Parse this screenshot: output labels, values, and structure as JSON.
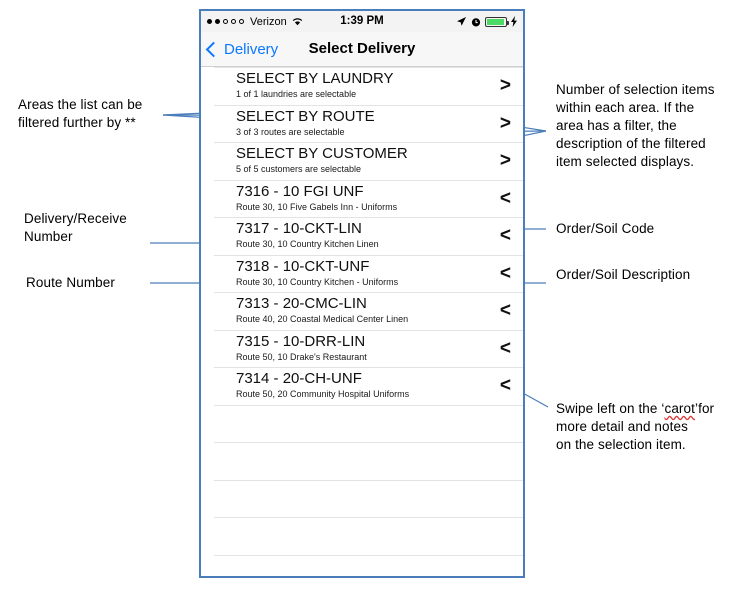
{
  "phone": {
    "status_bar": {
      "signal_dots_filled": 2,
      "signal_dots_empty": 3,
      "carrier": "Verizon",
      "wifi_icon": "wifi-icon",
      "time": "1:39 PM",
      "location_icon": "location-arrow-icon",
      "alarm_icon": "alarm-clock-icon",
      "battery_icon": "battery-icon",
      "charging_icon": "lightning-bolt-icon",
      "battery_color": "#4cd964"
    },
    "nav_bar": {
      "back_label": "Delivery",
      "back_icon": "chevron-left-icon",
      "title": "Select Delivery",
      "accent_color": "#0a78ff"
    },
    "list": {
      "filter_rows": [
        {
          "title": "SELECT BY LAUNDRY",
          "subtitle": "1 of 1 laundries are selectable",
          "chevron": ">"
        },
        {
          "title": "SELECT BY ROUTE",
          "subtitle": "3 of 3 routes are selectable",
          "chevron": ">"
        },
        {
          "title": "SELECT BY CUSTOMER",
          "subtitle": "5 of 5 customers are selectable",
          "chevron": ">"
        }
      ],
      "delivery_rows": [
        {
          "title": "7316 - 10 FGI UNF",
          "subtitle": "Route 30, 10 Five Gabels Inn - Uniforms",
          "chevron": "<"
        },
        {
          "title": "7317 - 10-CKT-LIN",
          "subtitle": "Route 30, 10 Country Kitchen Linen",
          "chevron": "<"
        },
        {
          "title": "7318 - 10-CKT-UNF",
          "subtitle": "Route 30, 10 Country Kitchen - Uniforms",
          "chevron": "<"
        },
        {
          "title": "7313 - 20-CMC-LIN",
          "subtitle": "Route 40, 20 Coastal Medical Center Linen",
          "chevron": "<"
        },
        {
          "title": "7315 - 10-DRR-LIN",
          "subtitle": "Route 50, 10 Drake's Restaurant",
          "chevron": "<"
        },
        {
          "title": "7314 - 20-CH-UNF",
          "subtitle": "Route 50, 20 Community Hospital Uniforms",
          "chevron": "<"
        }
      ],
      "empty_row_count": 5
    }
  },
  "annotations": {
    "left": [
      {
        "id": "filter-areas",
        "text": "Areas the list can be\nfiltered further by **"
      },
      {
        "id": "delivery-number",
        "text": "Delivery/Receive\nNumber"
      },
      {
        "id": "route-number",
        "text": "Route Number"
      }
    ],
    "right": [
      {
        "id": "selection-count",
        "text": "Number of selection items\nwithin each area. If the\narea has a filter, the\ndescription of the filtered\nitem selected displays."
      },
      {
        "id": "order-soil-code",
        "text": "Order/Soil Code"
      },
      {
        "id": "order-soil-desc",
        "text": "Order/Soil Description"
      },
      {
        "id": "swipe-left-hint-a",
        "text": "Swipe left on the ‘"
      },
      {
        "id": "swipe-left-hint-b",
        "text": "carot"
      },
      {
        "id": "swipe-left-hint-c",
        "text": "’"
      },
      {
        "id": "swipe-left-hint-d",
        "text": "for more detail and notes\non the selection item."
      }
    ],
    "line_color": "#4a7ebb",
    "frame_color": "#4a7ebb"
  }
}
